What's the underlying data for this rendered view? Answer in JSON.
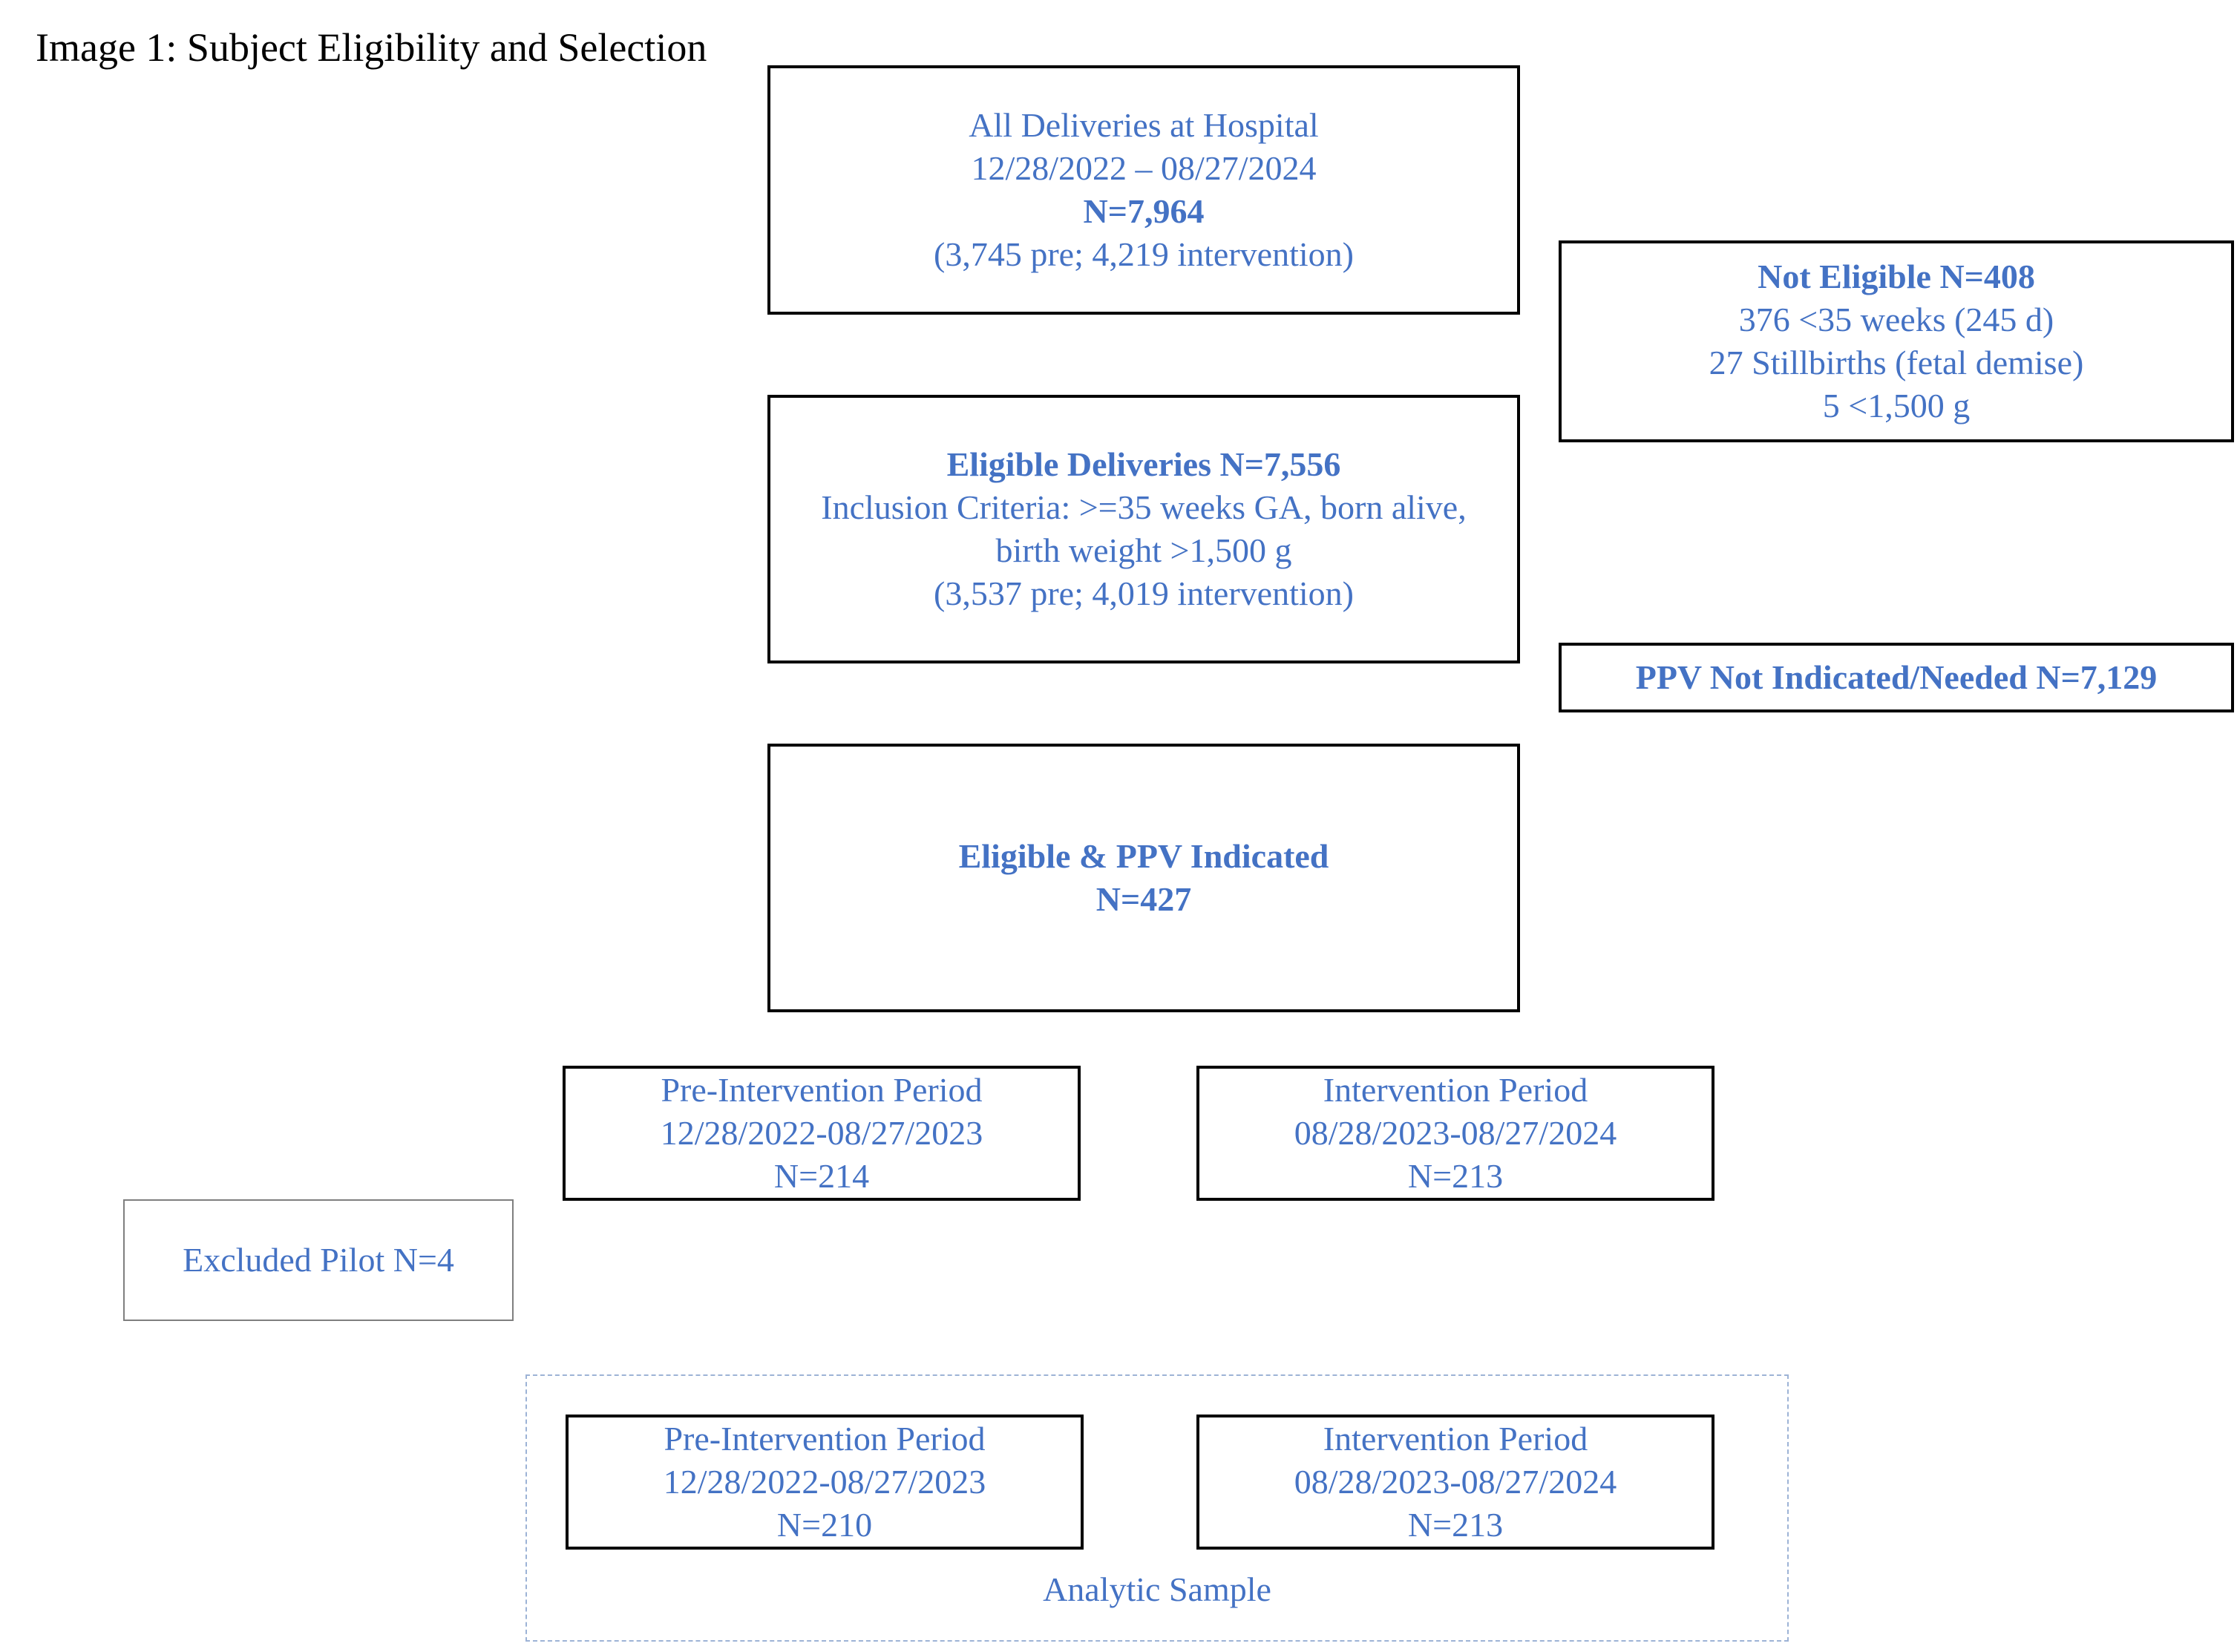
{
  "page": {
    "title": "Image 1: Subject Eligibility and Selection"
  },
  "all_deliveries": {
    "title": "All Deliveries at Hospital",
    "dates": "12/28/2022 – 08/27/2024",
    "count": "N=7,964",
    "breakdown": "(3,745 pre; 4,219 intervention)"
  },
  "not_eligible": {
    "title": "Not Eligible N=408",
    "reason_1": "376 <35 weeks (245 d)",
    "reason_2": "27 Stillbirths (fetal demise)",
    "reason_3": "5 <1,500 g"
  },
  "eligible": {
    "title": "Eligible Deliveries N=7,556",
    "criteria_1": "Inclusion Criteria: >=35 weeks GA, born alive,",
    "criteria_2": "birth weight >1,500 g",
    "breakdown": "(3,537 pre; 4,019 intervention)"
  },
  "ppv_not_indicated": {
    "title": "PPV Not Indicated/Needed N=7,129"
  },
  "ppv_indicated": {
    "title": "Eligible & PPV Indicated",
    "count": "N=427"
  },
  "pre_period": {
    "title": "Pre-Intervention Period",
    "dates": "12/28/2022-08/27/2023",
    "count": "N=214"
  },
  "intervention_period": {
    "title": "Intervention Period",
    "dates": "08/28/2023-08/27/2024",
    "count": "N=213"
  },
  "excluded_pilot": {
    "title": "Excluded Pilot N=4"
  },
  "analytic_sample": {
    "label": "Analytic Sample",
    "pre": {
      "title": "Pre-Intervention Period",
      "dates": "12/28/2022-08/27/2023",
      "count": "N=210"
    },
    "intervention": {
      "title": "Intervention Period",
      "dates": "08/28/2023-08/27/2024",
      "count": "N=213"
    }
  },
  "colors": {
    "text_accent": "#4472c4",
    "border": "#000000",
    "group_border": "#9db3d6"
  }
}
